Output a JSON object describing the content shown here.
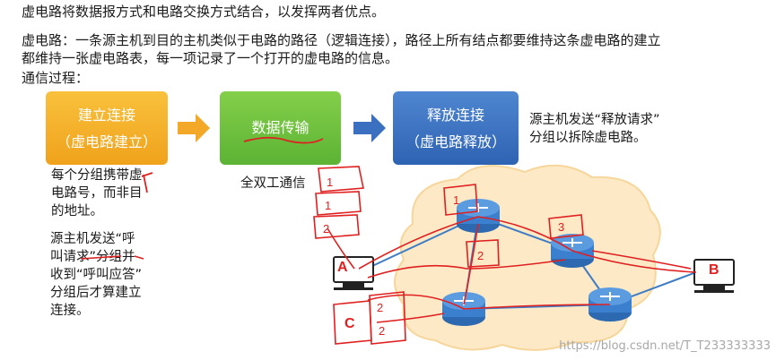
{
  "text": {
    "line1": "虚电路将数据报方式和电路交换方式结合，以发挥两者优点。",
    "line2": "虚电路：一条源主机到目的主机类似于电路的路径（逻辑连接），路径上所有结点都要维持这条虚电路的建立",
    "line3": "都维持一张虚电路表，每一项记录了一个打开的虚电路的信息。",
    "line4": "通信过程："
  },
  "flow": {
    "step1_line1": "建立连接",
    "step1_line2": "（虚电路建立）",
    "step2": "数据传输",
    "step3_line1": "释放连接",
    "step3_line2": "（虚电路释放）"
  },
  "notes": {
    "release_line1": "源主机发送“释放请求”",
    "release_line2": "分组以拆除虚电路。",
    "carry_line1": "每个分组携带虚",
    "carry_line2": "电路号，而非目",
    "carry_line3": "的地址。",
    "full_duplex": "全双工通信",
    "call_line1": "源主机发送“呼",
    "call_line2": "叫请求”分组并",
    "call_line3": "收到“呼叫应答”",
    "call_line4": "分组后才算建立",
    "call_line5": "连接。"
  },
  "network": {
    "host_a": "A",
    "host_b": "B",
    "host_c": "C",
    "marks": [
      "1",
      "2",
      "3"
    ]
  },
  "watermark": "https://blog.csdn.net/T_T233333333",
  "colors": {
    "orange": "#f0a21b",
    "green": "#5cb334",
    "blue": "#2e63b3",
    "ink": "#e02020",
    "cloud": "#fde9c6"
  }
}
